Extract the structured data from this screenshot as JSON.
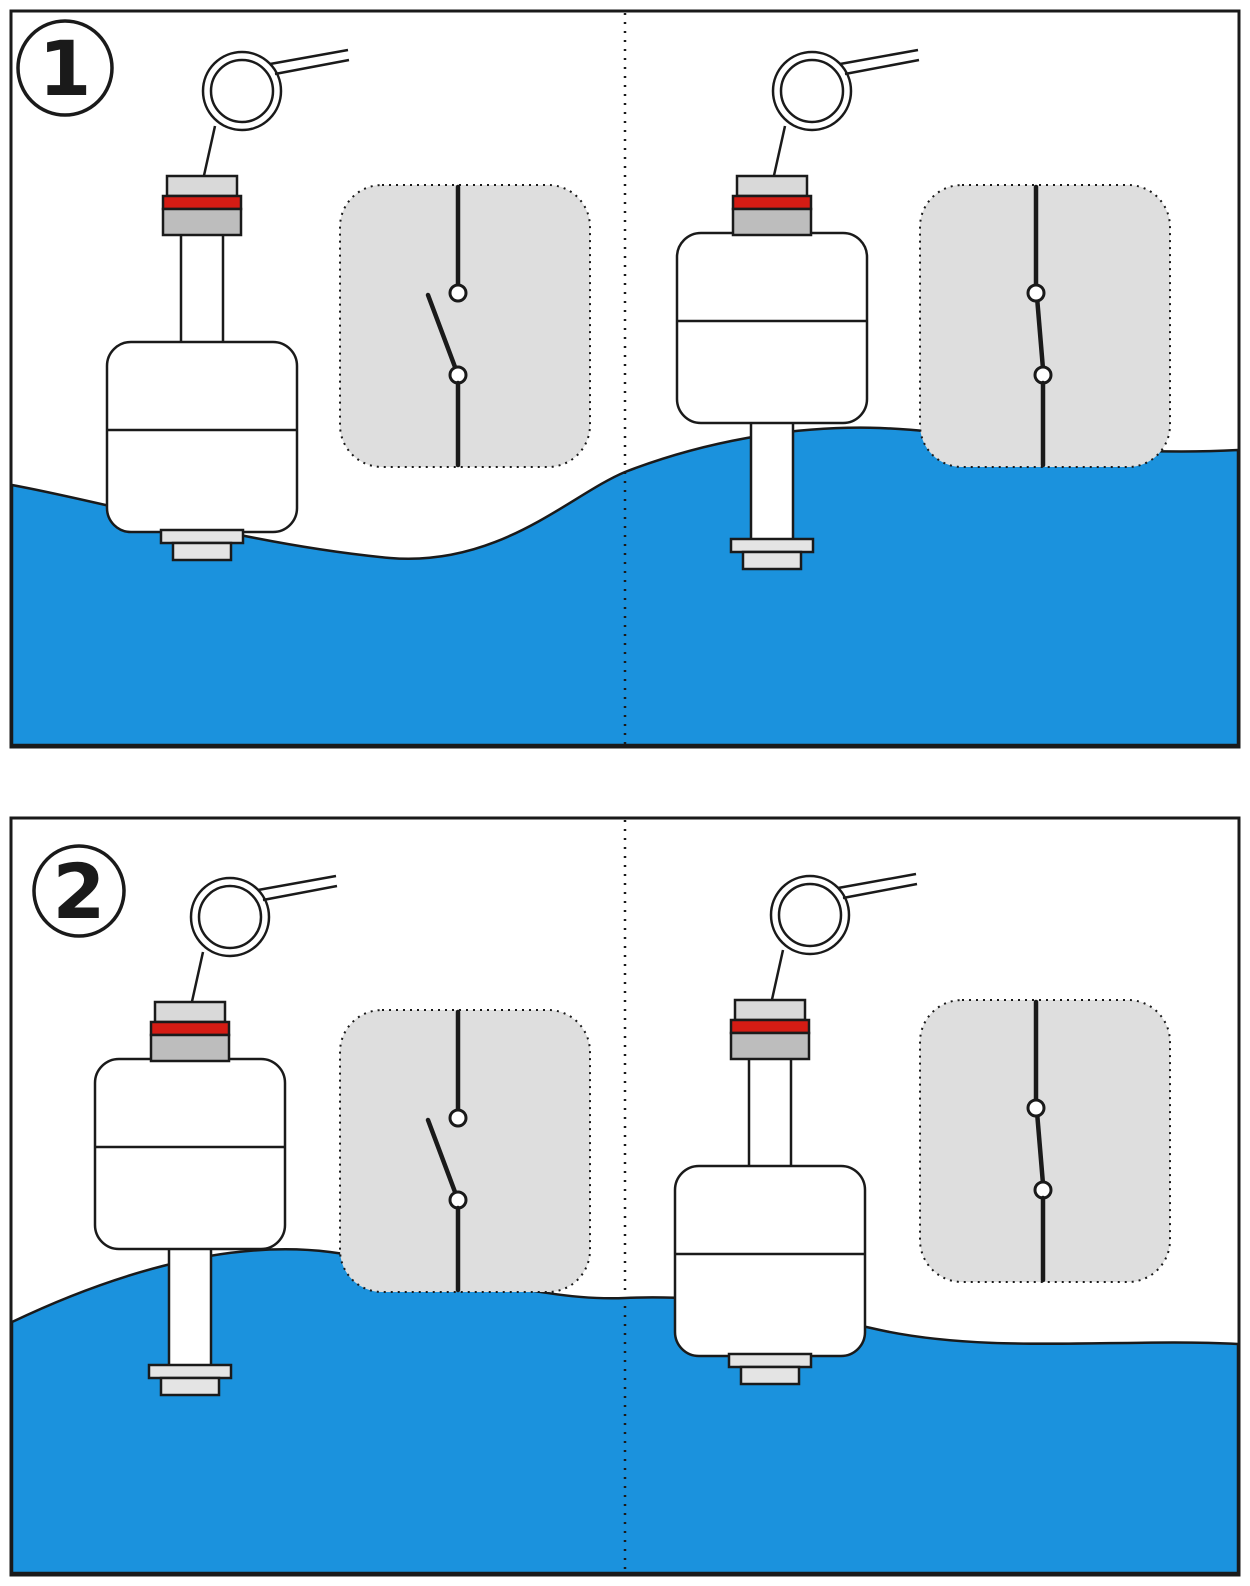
{
  "diagram": {
    "type": "float-switch-operation-diagram",
    "panels": [
      {
        "label": "1",
        "scenarios": [
          {
            "side": "left",
            "float_position": "down",
            "water_level": "low",
            "switch_state": "open"
          },
          {
            "side": "right",
            "float_position": "up",
            "water_level": "high",
            "switch_state": "closed"
          }
        ]
      },
      {
        "label": "2",
        "scenarios": [
          {
            "side": "left",
            "float_position": "up",
            "water_level": "low",
            "switch_state": "open"
          },
          {
            "side": "right",
            "float_position": "down",
            "water_level": "high",
            "switch_state": "closed"
          }
        ]
      }
    ]
  },
  "icons": {
    "open_switch": "open-contact-symbol",
    "closed_switch": "closed-contact-symbol",
    "cable_coil": "coiled-cable-icon"
  },
  "colors": {
    "water": "#1b92dd",
    "outline": "#1a1a1a",
    "red_band": "#d51c14",
    "cap_top": "#d9d9d9",
    "cap_bottom": "#bdbdbd",
    "flange": "#e4e4e4",
    "switch_box": "#dedede",
    "background": "#ffffff"
  }
}
